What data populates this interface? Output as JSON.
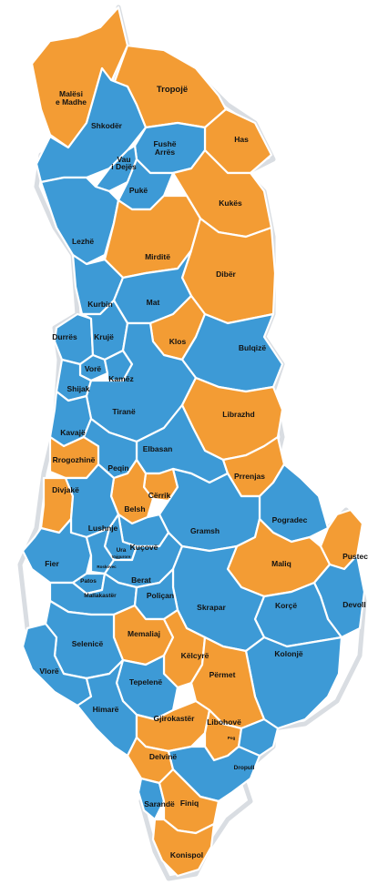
{
  "colors": {
    "orange": "#f39c34",
    "blue": "#3d9ad6",
    "border": "#ffffff"
  },
  "labels": {
    "malesi_1": "Malësi",
    "malesi_2": "e Madhe",
    "tropoje": "Tropojë",
    "shkoder": "Shkodër",
    "fushe_arres_1": "Fushë",
    "fushe_arres_2": "Arrës",
    "has": "Has",
    "vau_dejes_1": "Vau",
    "vau_dejes_2": "i Dejës",
    "puke": "Pukë",
    "kukes": "Kukës",
    "lezhe": "Lezhë",
    "mirdite": "Mirditë",
    "diber": "Dibër",
    "kurbin": "Kurbin",
    "mat": "Mat",
    "durres": "Durrës",
    "kruje": "Krujë",
    "klos": "Klos",
    "bulqize": "Bulqizë",
    "vore": "Vorë",
    "kamez": "Kamëz",
    "shijak": "Shijak",
    "tirane": "Tiranë",
    "librazhd": "Librazhd",
    "kavaje": "Kavajë",
    "elbasan": "Elbasan",
    "rrogozhine": "Rrogozhinë",
    "prrenjas": "Prrenjas",
    "peqin": "Peqin",
    "divjake": "Divjakë",
    "cerrik": "Cërrik",
    "belsh": "Belsh",
    "pogradec": "Pogradec",
    "gramsh": "Gramsh",
    "lushnje": "Lushnje",
    "kucove": "Kuçovë",
    "pustec": "Pustec",
    "ura": "Ura",
    "vajgurore": "Vajgurore",
    "fier": "Fier",
    "roskovec": "Roskovec",
    "maliq": "Maliq",
    "patos": "Patos",
    "berat": "Berat",
    "devoll": "Devoll",
    "korce": "Korçë",
    "skrapar": "Skrapar",
    "mallakaster": "Mallakastër",
    "polican": "Poliçan",
    "memaliaj": "Memaliaj",
    "selenice": "Selenicë",
    "kelcyre": "Këlcyrë",
    "kolonje": "Kolonjë",
    "permet": "Përmet",
    "vlore": "Vlorë",
    "tepelene": "Tepelenë",
    "himare": "Himarë",
    "gjirokaster": "Gjirokastër",
    "libohove": "Libohovë",
    "pogon": "Pog",
    "delvine": "Delvinë",
    "dropull": "Dropull",
    "sarande": "Sarandë",
    "finiq": "Finiq",
    "konispol": "Konispol"
  }
}
